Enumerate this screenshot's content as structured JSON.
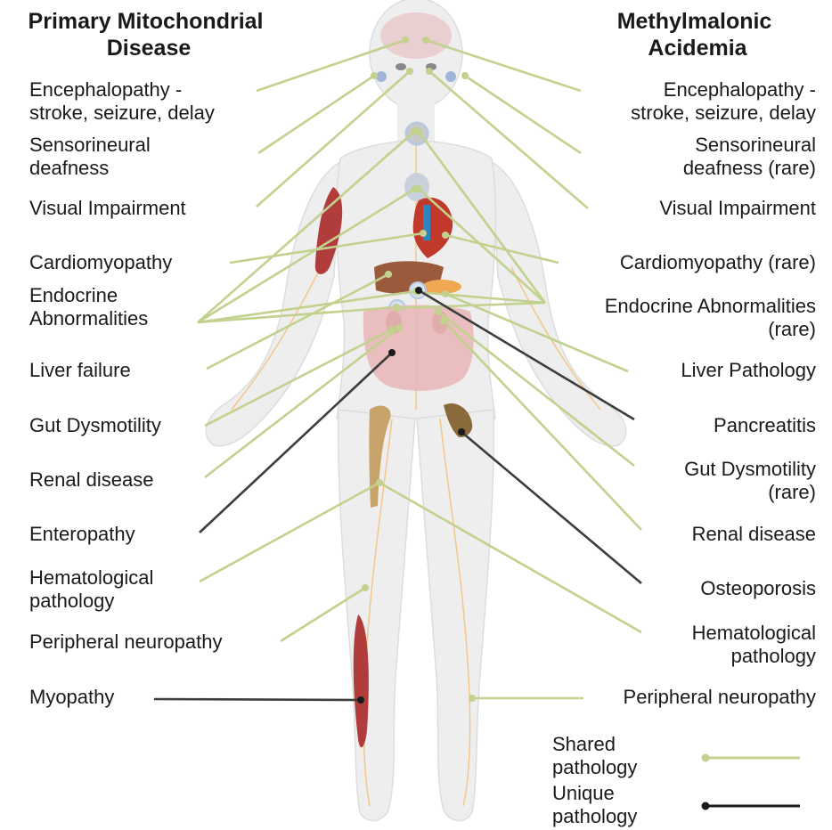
{
  "colors": {
    "shared": "#c2d18e",
    "unique": "#3d3d3d",
    "body": "#eeeeee",
    "body_outline": "#dddddd",
    "muscle": "#b03c3c",
    "bone": "#c9a46a",
    "organ": "#9c5a3c",
    "intestine": "#e9b8b8",
    "nerve": "#f3c68c"
  },
  "left": {
    "title_lines": [
      "Primary Mitochondrial",
      "Disease"
    ],
    "labels": [
      {
        "lines": [
          "Encephalopathy -",
          "stroke, seizure, delay"
        ],
        "type": "shared"
      },
      {
        "lines": [
          "Sensorineural",
          "deafness"
        ],
        "type": "shared"
      },
      {
        "lines": [
          "Visual Impairment"
        ],
        "type": "shared"
      },
      {
        "lines": [
          "Cardiomyopathy"
        ],
        "type": "shared"
      },
      {
        "lines": [
          "Endocrine",
          "Abnormalities"
        ],
        "type": "shared"
      },
      {
        "lines": [
          "Liver failure"
        ],
        "type": "shared"
      },
      {
        "lines": [
          "Gut Dysmotility"
        ],
        "type": "shared"
      },
      {
        "lines": [
          "Renal disease"
        ],
        "type": "shared"
      },
      {
        "lines": [
          "Enteropathy"
        ],
        "type": "unique"
      },
      {
        "lines": [
          "Hematological",
          "pathology"
        ],
        "type": "shared"
      },
      {
        "lines": [
          "Peripheral neuropathy"
        ],
        "type": "shared"
      },
      {
        "lines": [
          "Myopathy"
        ],
        "type": "unique"
      }
    ]
  },
  "right": {
    "title_lines": [
      "Methylmalonic",
      "Acidemia"
    ],
    "labels": [
      {
        "lines": [
          "Encephalopathy -",
          "stroke, seizure, delay"
        ],
        "type": "shared"
      },
      {
        "lines": [
          "Sensorineural",
          "deafness (rare)"
        ],
        "type": "shared"
      },
      {
        "lines": [
          "Visual Impairment"
        ],
        "type": "shared"
      },
      {
        "lines": [
          "Cardiomyopathy (rare)"
        ],
        "type": "shared"
      },
      {
        "lines": [
          "Endocrine Abnormalities",
          "(rare)"
        ],
        "type": "shared"
      },
      {
        "lines": [
          "Liver Pathology"
        ],
        "type": "shared"
      },
      {
        "lines": [
          "Pancreatitis"
        ],
        "type": "unique"
      },
      {
        "lines": [
          "Gut Dysmotility",
          "(rare)"
        ],
        "type": "shared"
      },
      {
        "lines": [
          "Renal disease"
        ],
        "type": "shared"
      },
      {
        "lines": [
          "Osteoporosis"
        ],
        "type": "unique"
      },
      {
        "lines": [
          "Hematological",
          "pathology"
        ],
        "type": "shared"
      },
      {
        "lines": [
          "Peripheral neuropathy"
        ],
        "type": "shared"
      }
    ]
  },
  "legend": {
    "shared_lines": [
      "Shared",
      "pathology"
    ],
    "unique_lines": [
      "Unique",
      "pathology"
    ]
  }
}
